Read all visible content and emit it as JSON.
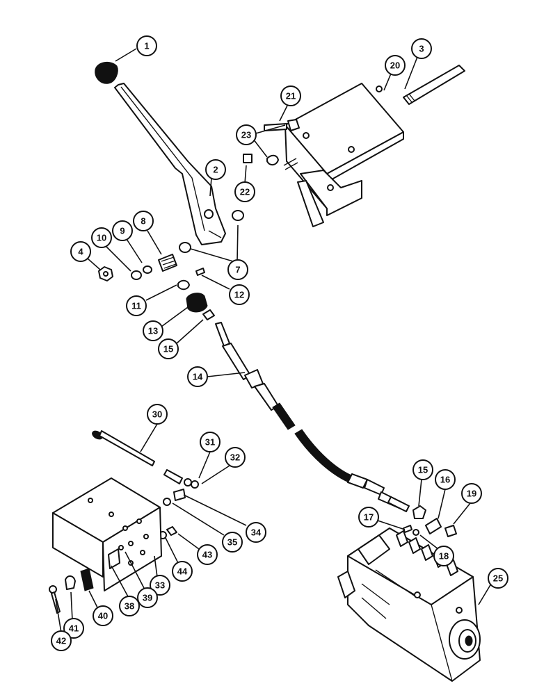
{
  "callouts": [
    {
      "label": "1"
    },
    {
      "label": "2"
    },
    {
      "label": "3"
    },
    {
      "label": "20"
    },
    {
      "label": "21"
    },
    {
      "label": "23"
    },
    {
      "label": "22"
    },
    {
      "label": "8"
    },
    {
      "label": "9"
    },
    {
      "label": "10"
    },
    {
      "label": "4"
    },
    {
      "label": "7"
    },
    {
      "label": "12"
    },
    {
      "label": "11"
    },
    {
      "label": "13"
    },
    {
      "label": "15"
    },
    {
      "label": "14"
    },
    {
      "label": "30"
    },
    {
      "label": "31"
    },
    {
      "label": "32"
    },
    {
      "label": "34"
    },
    {
      "label": "35"
    },
    {
      "label": "43"
    },
    {
      "label": "44"
    },
    {
      "label": "33"
    },
    {
      "label": "39"
    },
    {
      "label": "38"
    },
    {
      "label": "40"
    },
    {
      "label": "41"
    },
    {
      "label": "42"
    },
    {
      "label": "15"
    },
    {
      "label": "16"
    },
    {
      "label": "19"
    },
    {
      "label": "17"
    },
    {
      "label": "18"
    },
    {
      "label": "25"
    }
  ]
}
